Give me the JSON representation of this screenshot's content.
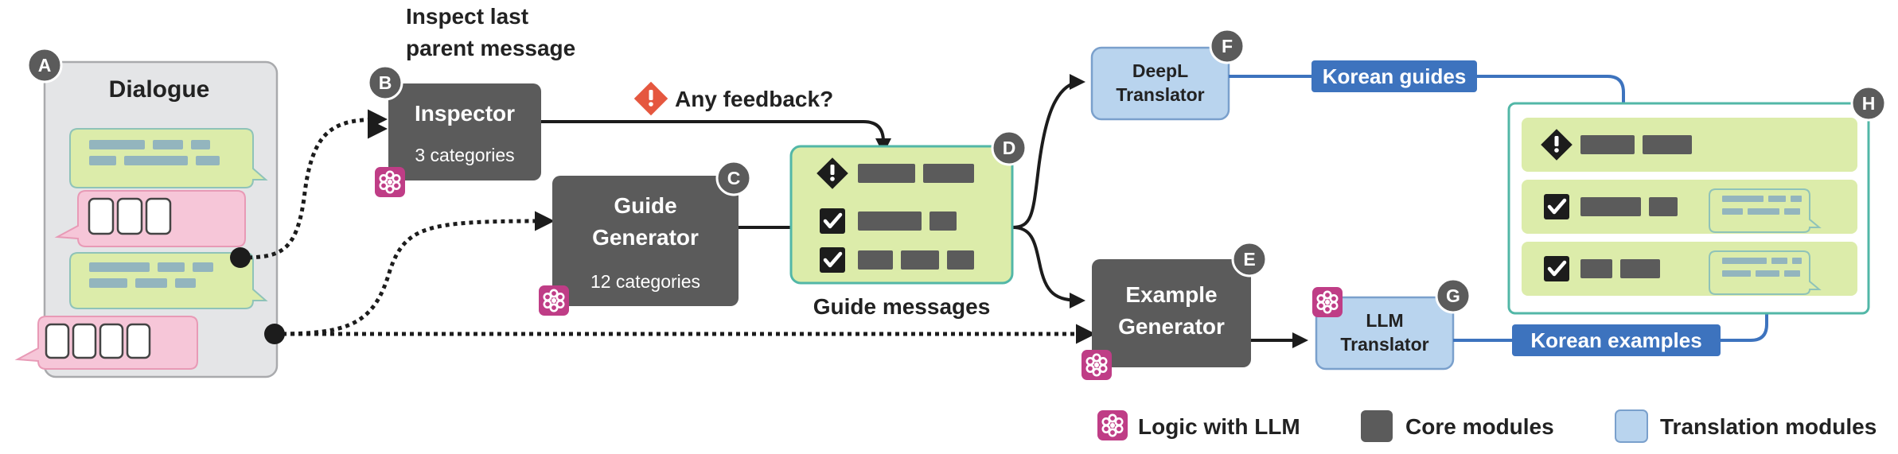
{
  "badges": {
    "a": "A",
    "b": "B",
    "c": "C",
    "d": "D",
    "e": "E",
    "f": "F",
    "g": "G",
    "h": "H"
  },
  "dialogue": {
    "title": "Dialogue"
  },
  "inspector": {
    "caption_line1": "Inspect last",
    "caption_line2": "parent message",
    "title": "Inspector",
    "subtitle": "3 categories"
  },
  "guide_generator": {
    "title_line1": "Guide",
    "title_line2": "Generator",
    "subtitle": "12 categories"
  },
  "feedback": {
    "label": "Any feedback?"
  },
  "guide_messages": {
    "label": "Guide messages"
  },
  "deepl": {
    "line1": "DeepL",
    "line2": "Translator"
  },
  "example_generator": {
    "line1": "Example",
    "line2": "Generator"
  },
  "llm_translator": {
    "line1": "LLM",
    "line2": "Translator"
  },
  "korean_guides": {
    "label": "Korean guides"
  },
  "korean_examples": {
    "label": "Korean examples"
  },
  "legend": {
    "llm_logic": "Logic with LLM",
    "core_modules": "Core modules",
    "translation_modules": "Translation modules"
  },
  "colors": {
    "core": "#5b5b5b",
    "translation": "#b9d4ee",
    "translation_border": "#7aa0cc",
    "llm_icon": "#bf3d86",
    "guide_green": "#dcecaa",
    "guide_border": "#52b7a7",
    "pill_blue": "#3d73be",
    "feedback_red": "#e5573f",
    "dialogue_bg": "#e4e5e7",
    "bubble_pink": "#f6c6d8"
  }
}
